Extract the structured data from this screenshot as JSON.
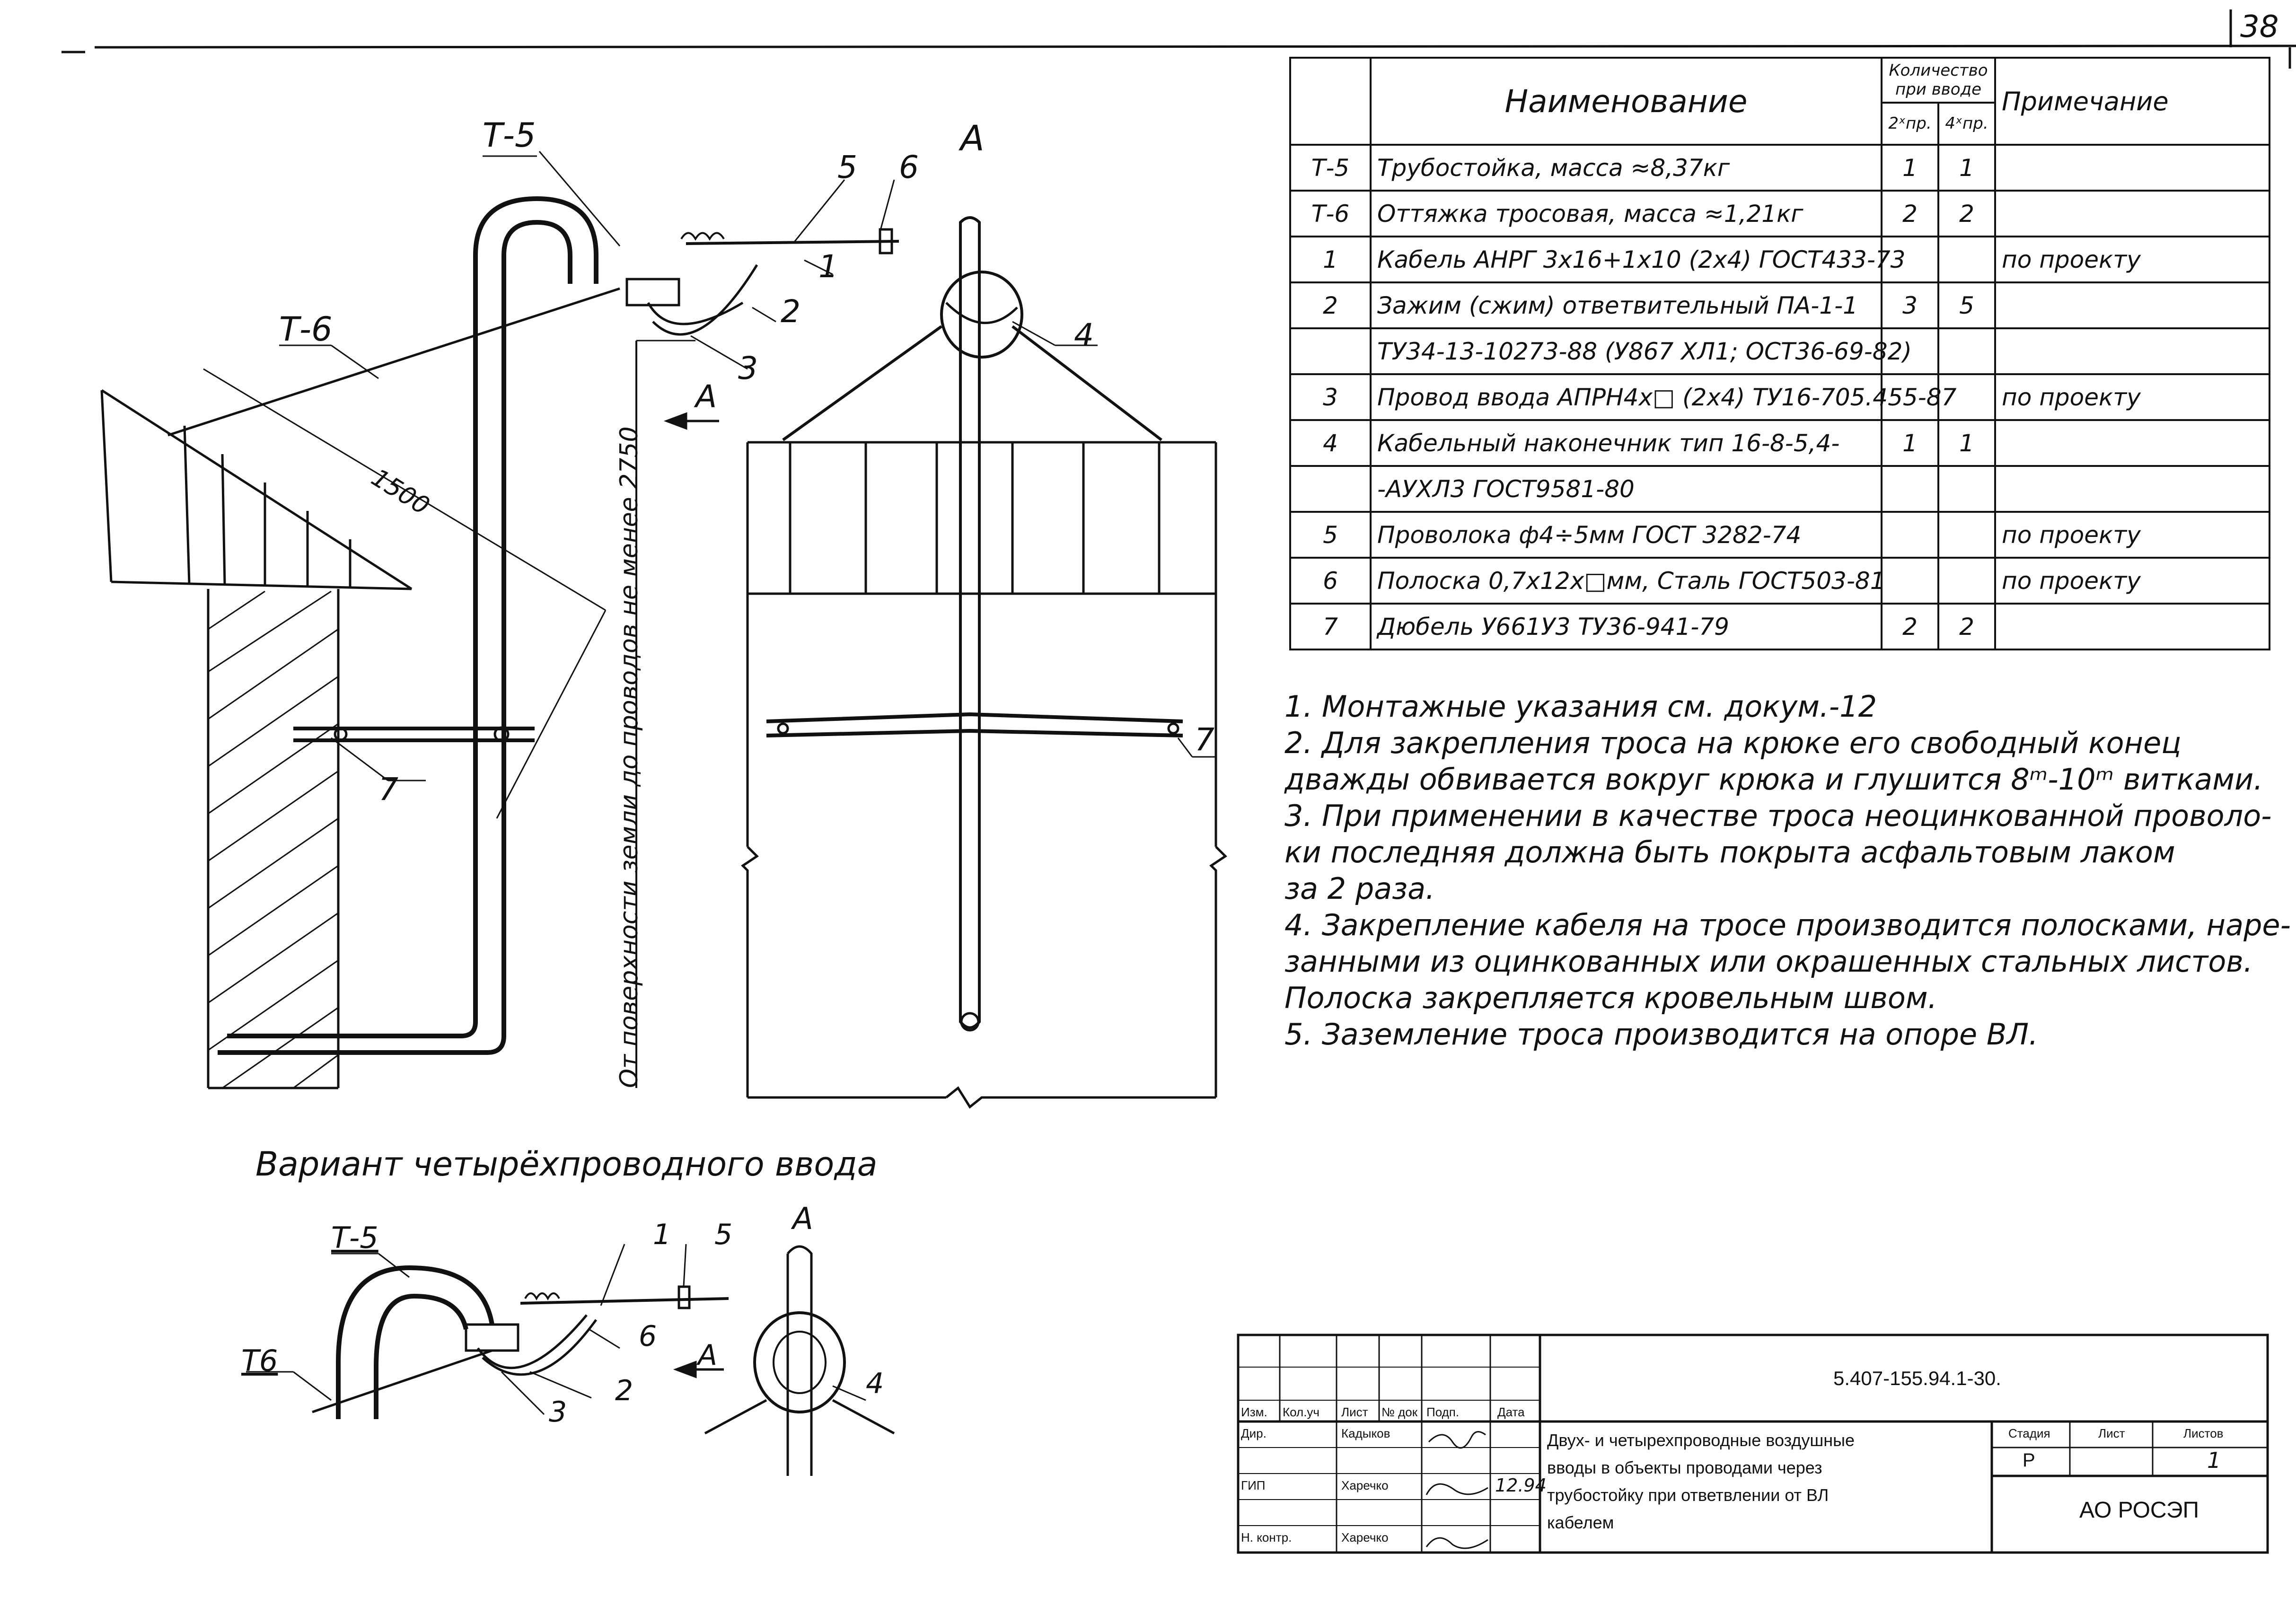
{
  "sheet": {
    "page_number": "38"
  },
  "spec_table": {
    "headers": {
      "name": "Наименование",
      "qty": "Количество при вводе",
      "qty_a": "2ˣпр.",
      "qty_b": "4ˣпр.",
      "note": "Примечание"
    },
    "rows": [
      {
        "pos": "Т-5",
        "name": "Трубостойка, масса ≈8,37кг",
        "q2": "1",
        "q4": "1",
        "note": ""
      },
      {
        "pos": "Т-6",
        "name": "Оттяжка тросовая, масса ≈1,21кг",
        "q2": "2",
        "q4": "2",
        "note": ""
      },
      {
        "pos": "1",
        "name": "Кабель АНРГ 3х16+1х10 (2х4) ГОСТ433-73",
        "q2": "",
        "q4": "",
        "note": "по проекту"
      },
      {
        "pos": "2",
        "name": "Зажим (сжим) ответвительный ПА-1-1",
        "q2": "3",
        "q4": "5",
        "note": ""
      },
      {
        "pos": "",
        "name": "ТУ34-13-10273-88 (У867 ХЛ1; ОСТ36-69-82)",
        "q2": "",
        "q4": "",
        "note": ""
      },
      {
        "pos": "3",
        "name": "Провод ввода АПРН4х□ (2х4) ТУ16-705.455-87",
        "q2": "",
        "q4": "",
        "note": "по проекту"
      },
      {
        "pos": "4",
        "name": "Кабельный наконечник тип 16-8-5,4-",
        "q2": "1",
        "q4": "1",
        "note": ""
      },
      {
        "pos": "",
        "name": "-АУХЛ3 ГОСТ9581-80",
        "q2": "",
        "q4": "",
        "note": ""
      },
      {
        "pos": "5",
        "name": "Проволока ф4÷5мм ГОСТ 3282-74",
        "q2": "",
        "q4": "",
        "note": "по проекту"
      },
      {
        "pos": "6",
        "name": "Полоска 0,7х12х□мм, Сталь ГОСТ503-81",
        "q2": "",
        "q4": "",
        "note": "по проекту"
      },
      {
        "pos": "7",
        "name": "Дюбель У661У3 ТУ36-941-79",
        "q2": "2",
        "q4": "2",
        "note": ""
      }
    ]
  },
  "notes": [
    "1. Монтажные указания см. докум.-12",
    "2. Для закрепления троса на крюке его свободный конец",
    "дважды обвивается вокруг крюка и глушится 8ᵐ-10ᵐ витками.",
    "3. При применении в качестве троса неоцинкованной проволо-",
    "ки последняя должна быть покрыта асфальтовым лаком",
    "за 2 раза.",
    "4. Закрепление кабеля на тросе производится полосками, наре-",
    "занными из оцинкованных или окрашенных стальных листов.",
    "Полоска закрепляется кровельным швом.",
    "5. Заземление троса производится на опоре ВЛ."
  ],
  "drawing": {
    "labels": {
      "t5": "Т-5",
      "t6": "Т-6",
      "n1": "1",
      "n2": "2",
      "n3": "3",
      "n4": "4",
      "n5": "5",
      "n6": "6",
      "n7": "7",
      "view_a": "А",
      "arrow_a": "А",
      "dim_1500": "1500",
      "vertical_dim": "От поверхности земли до проводов не менее 2750"
    },
    "variant_title": "Вариант четырёхпроводного ввода",
    "variant_labels": {
      "t5": "Т-5",
      "t6": "Т6",
      "n1": "1",
      "n2": "2",
      "n3": "3",
      "n4": "4",
      "n5": "5",
      "n6": "6",
      "view_a": "А",
      "arrow_a": "А"
    }
  },
  "title_block": {
    "doc_code": "5.407-155.94.1-30.",
    "headers": {
      "izm": "Изм.",
      "kol": "Кол.уч",
      "list": "Лист",
      "ndok": "№ док",
      "podp": "Подп.",
      "date": "Дата"
    },
    "rows": [
      {
        "role": "Дир.",
        "name": "Кадыков",
        "date": ""
      },
      {
        "role": "ГИП",
        "name": "Харечко",
        "date": "12.94"
      },
      {
        "role": "Н. контр.",
        "name": "Харечко",
        "date": ""
      }
    ],
    "title_lines": [
      "Двух- и четырехпроводные воздушные",
      "вводы в объекты проводами через",
      "трубостойку при ответвлении от ВЛ",
      "кабелем"
    ],
    "stage_header": "Стадия",
    "sheet_header": "Лист",
    "sheets_header": "Листов",
    "stage": "Р",
    "sheets": "1",
    "org": "АО РОСЭП"
  }
}
